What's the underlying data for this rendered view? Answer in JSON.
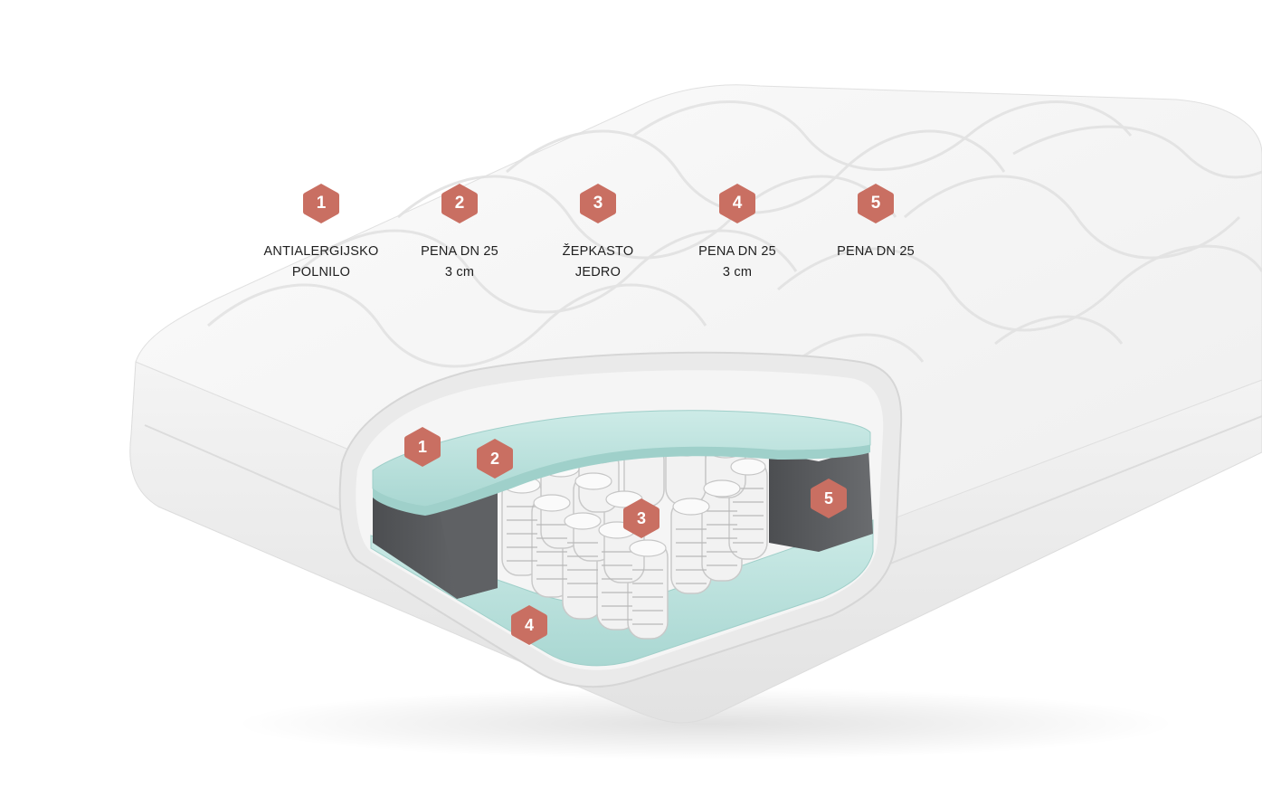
{
  "colors": {
    "badge": "#c96f62",
    "foam_teal": "#bfe4e0",
    "foam_dark": "#55575a",
    "cover": "#f3f3f3"
  },
  "legend": [
    {
      "number": "1",
      "line1": "ANTIALERGIJSKO",
      "line2": "POLNILO"
    },
    {
      "number": "2",
      "line1": "PENA DN 25",
      "line2": "3 cm"
    },
    {
      "number": "3",
      "line1": "ŽEPKASTO",
      "line2": "JEDRO"
    },
    {
      "number": "4",
      "line1": "PENA DN 25",
      "line2": "3 cm"
    },
    {
      "number": "5",
      "line1": "PENA DN 25",
      "line2": ""
    }
  ],
  "markers": [
    {
      "number": "1"
    },
    {
      "number": "2"
    },
    {
      "number": "3"
    },
    {
      "number": "4"
    },
    {
      "number": "5"
    }
  ]
}
